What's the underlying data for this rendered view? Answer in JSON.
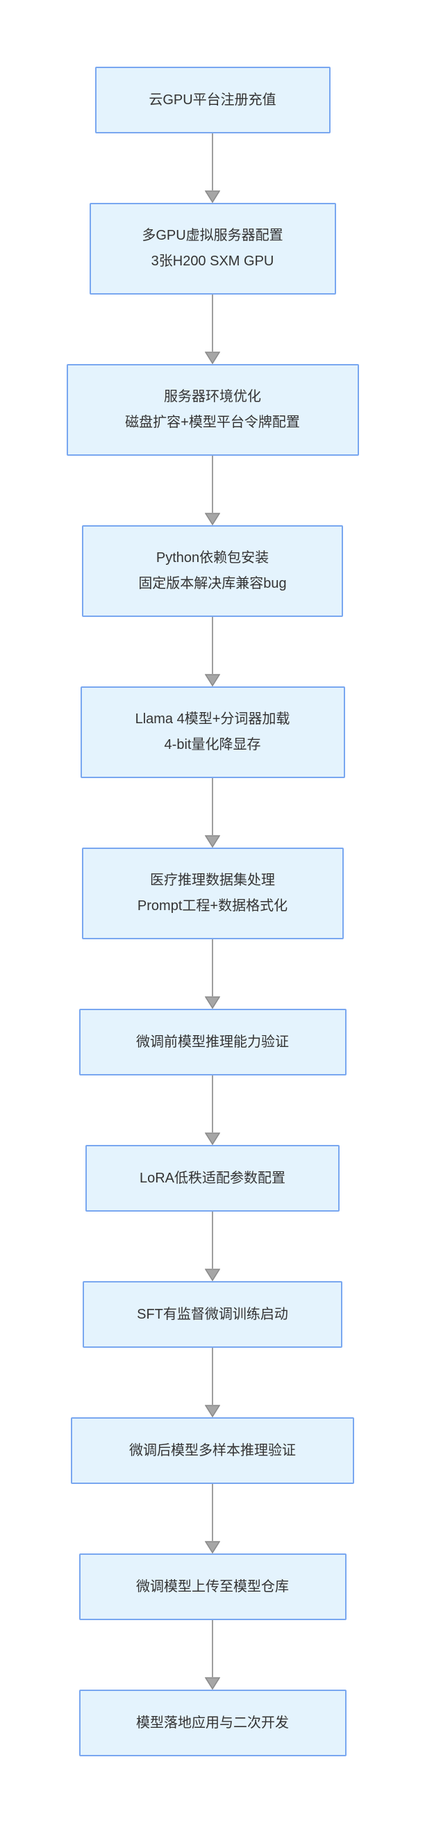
{
  "flowchart": {
    "type": "flowchart",
    "direction": "top-down",
    "colors": {
      "background": "#ffffff",
      "node_fill": "#e4f3fd",
      "node_border": "#79a7f0",
      "node_text": "#333333",
      "arrow": "#9e9e9e"
    },
    "nodes": [
      {
        "id": "1",
        "lines": [
          "云GPU平台注册充值"
        ]
      },
      {
        "id": "2",
        "lines": [
          "多GPU虚拟服务器配置",
          "3张H200 SXM GPU"
        ]
      },
      {
        "id": "3",
        "lines": [
          "服务器环境优化",
          "磁盘扩容+模型平台令牌配置"
        ]
      },
      {
        "id": "4",
        "lines": [
          "Python依赖包安装",
          "固定版本解决库兼容bug"
        ]
      },
      {
        "id": "5",
        "lines": [
          "Llama 4模型+分词器加载",
          "4-bit量化降显存"
        ]
      },
      {
        "id": "6",
        "lines": [
          "医疗推理数据集处理",
          "Prompt工程+数据格式化"
        ]
      },
      {
        "id": "7",
        "lines": [
          "微调前模型推理能力验证"
        ]
      },
      {
        "id": "8",
        "lines": [
          "LoRA低秩适配参数配置"
        ]
      },
      {
        "id": "9",
        "lines": [
          "SFT有监督微调训练启动"
        ]
      },
      {
        "id": "10",
        "lines": [
          "微调后模型多样本推理验证"
        ]
      },
      {
        "id": "11",
        "lines": [
          "微调模型上传至模型仓库"
        ]
      },
      {
        "id": "12",
        "lines": [
          "模型落地应用与二次开发"
        ]
      }
    ],
    "edges": [
      {
        "from": "1",
        "to": "2"
      },
      {
        "from": "2",
        "to": "3"
      },
      {
        "from": "3",
        "to": "4"
      },
      {
        "from": "4",
        "to": "5"
      },
      {
        "from": "5",
        "to": "6"
      },
      {
        "from": "6",
        "to": "7"
      },
      {
        "from": "7",
        "to": "8"
      },
      {
        "from": "8",
        "to": "9"
      },
      {
        "from": "9",
        "to": "10"
      },
      {
        "from": "10",
        "to": "11"
      },
      {
        "from": "11",
        "to": "12"
      }
    ]
  }
}
